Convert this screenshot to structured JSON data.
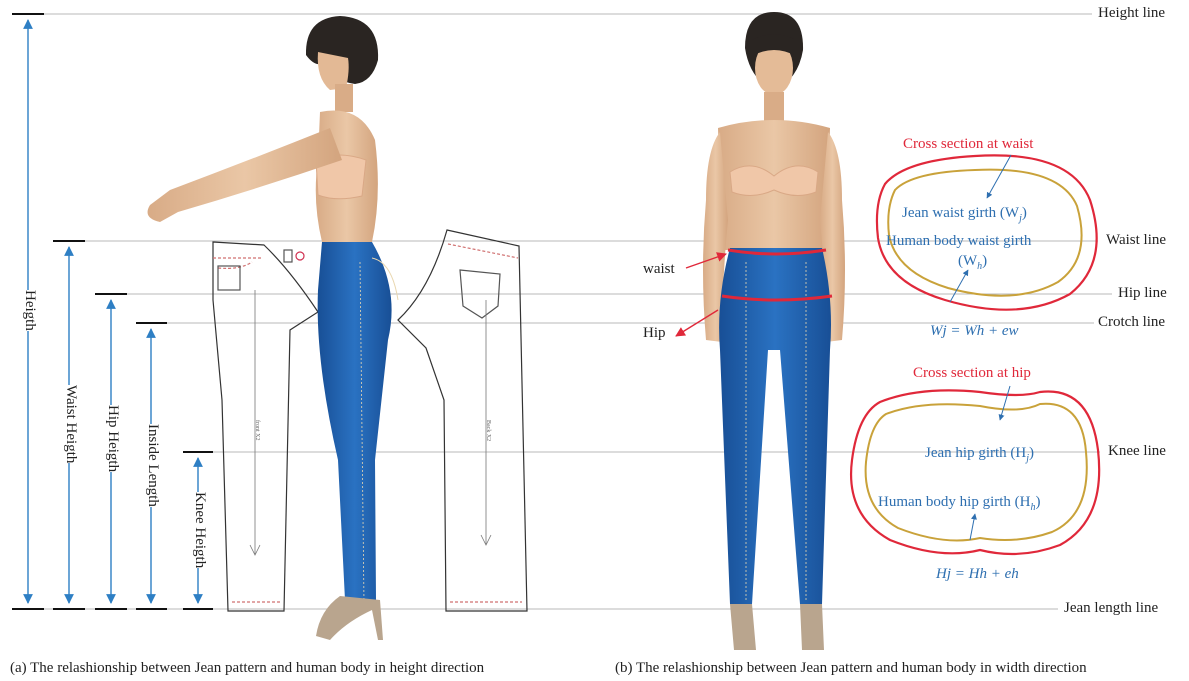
{
  "reference_lines": {
    "height_line": "Height line",
    "waist_line": "Waist line",
    "hip_line": "Hip line",
    "crotch_line": "Crotch line",
    "knee_line": "Knee line",
    "jean_length_line": "Jean length line"
  },
  "dimensions": {
    "height": "Heigth",
    "waist_height": "Waist Heigth",
    "hip_height": "Hip Heigth",
    "inside_length": "Inside Length",
    "knee_height": "Knee Heigth"
  },
  "front_view": {
    "waist": "waist",
    "hip": "Hip"
  },
  "waist_section": {
    "title": "Cross section at waist",
    "jean_label": "Jean waist girth (W",
    "jean_sub": "j",
    "human_label_1": "Human body waist girth",
    "human_label_2": "(W",
    "human_sub": "h",
    "formula": "Wj = Wh + ew"
  },
  "hip_section": {
    "title": "Cross section at hip",
    "jean_label": "Jean hip girth (H",
    "jean_sub": "j",
    "human_label": "Human body hip girth (H",
    "human_sub": "h",
    "formula": "Hj = Hh + eh"
  },
  "pattern_labels": {
    "front": "front X2",
    "back": "Back X2"
  },
  "captions": {
    "a": "(a) The relashionship between Jean pattern and human body in height direction",
    "b": "(b) The relashionship between Jean pattern and human body in width direction"
  },
  "colors": {
    "denim": "#1f5fae",
    "skin": "#e2b894",
    "hair": "#2a2522",
    "guide_line": "#b9b9b9",
    "dimension_blue": "#2e7fc4",
    "section_red": "#e0283a",
    "section_gold": "#c9a23a"
  }
}
